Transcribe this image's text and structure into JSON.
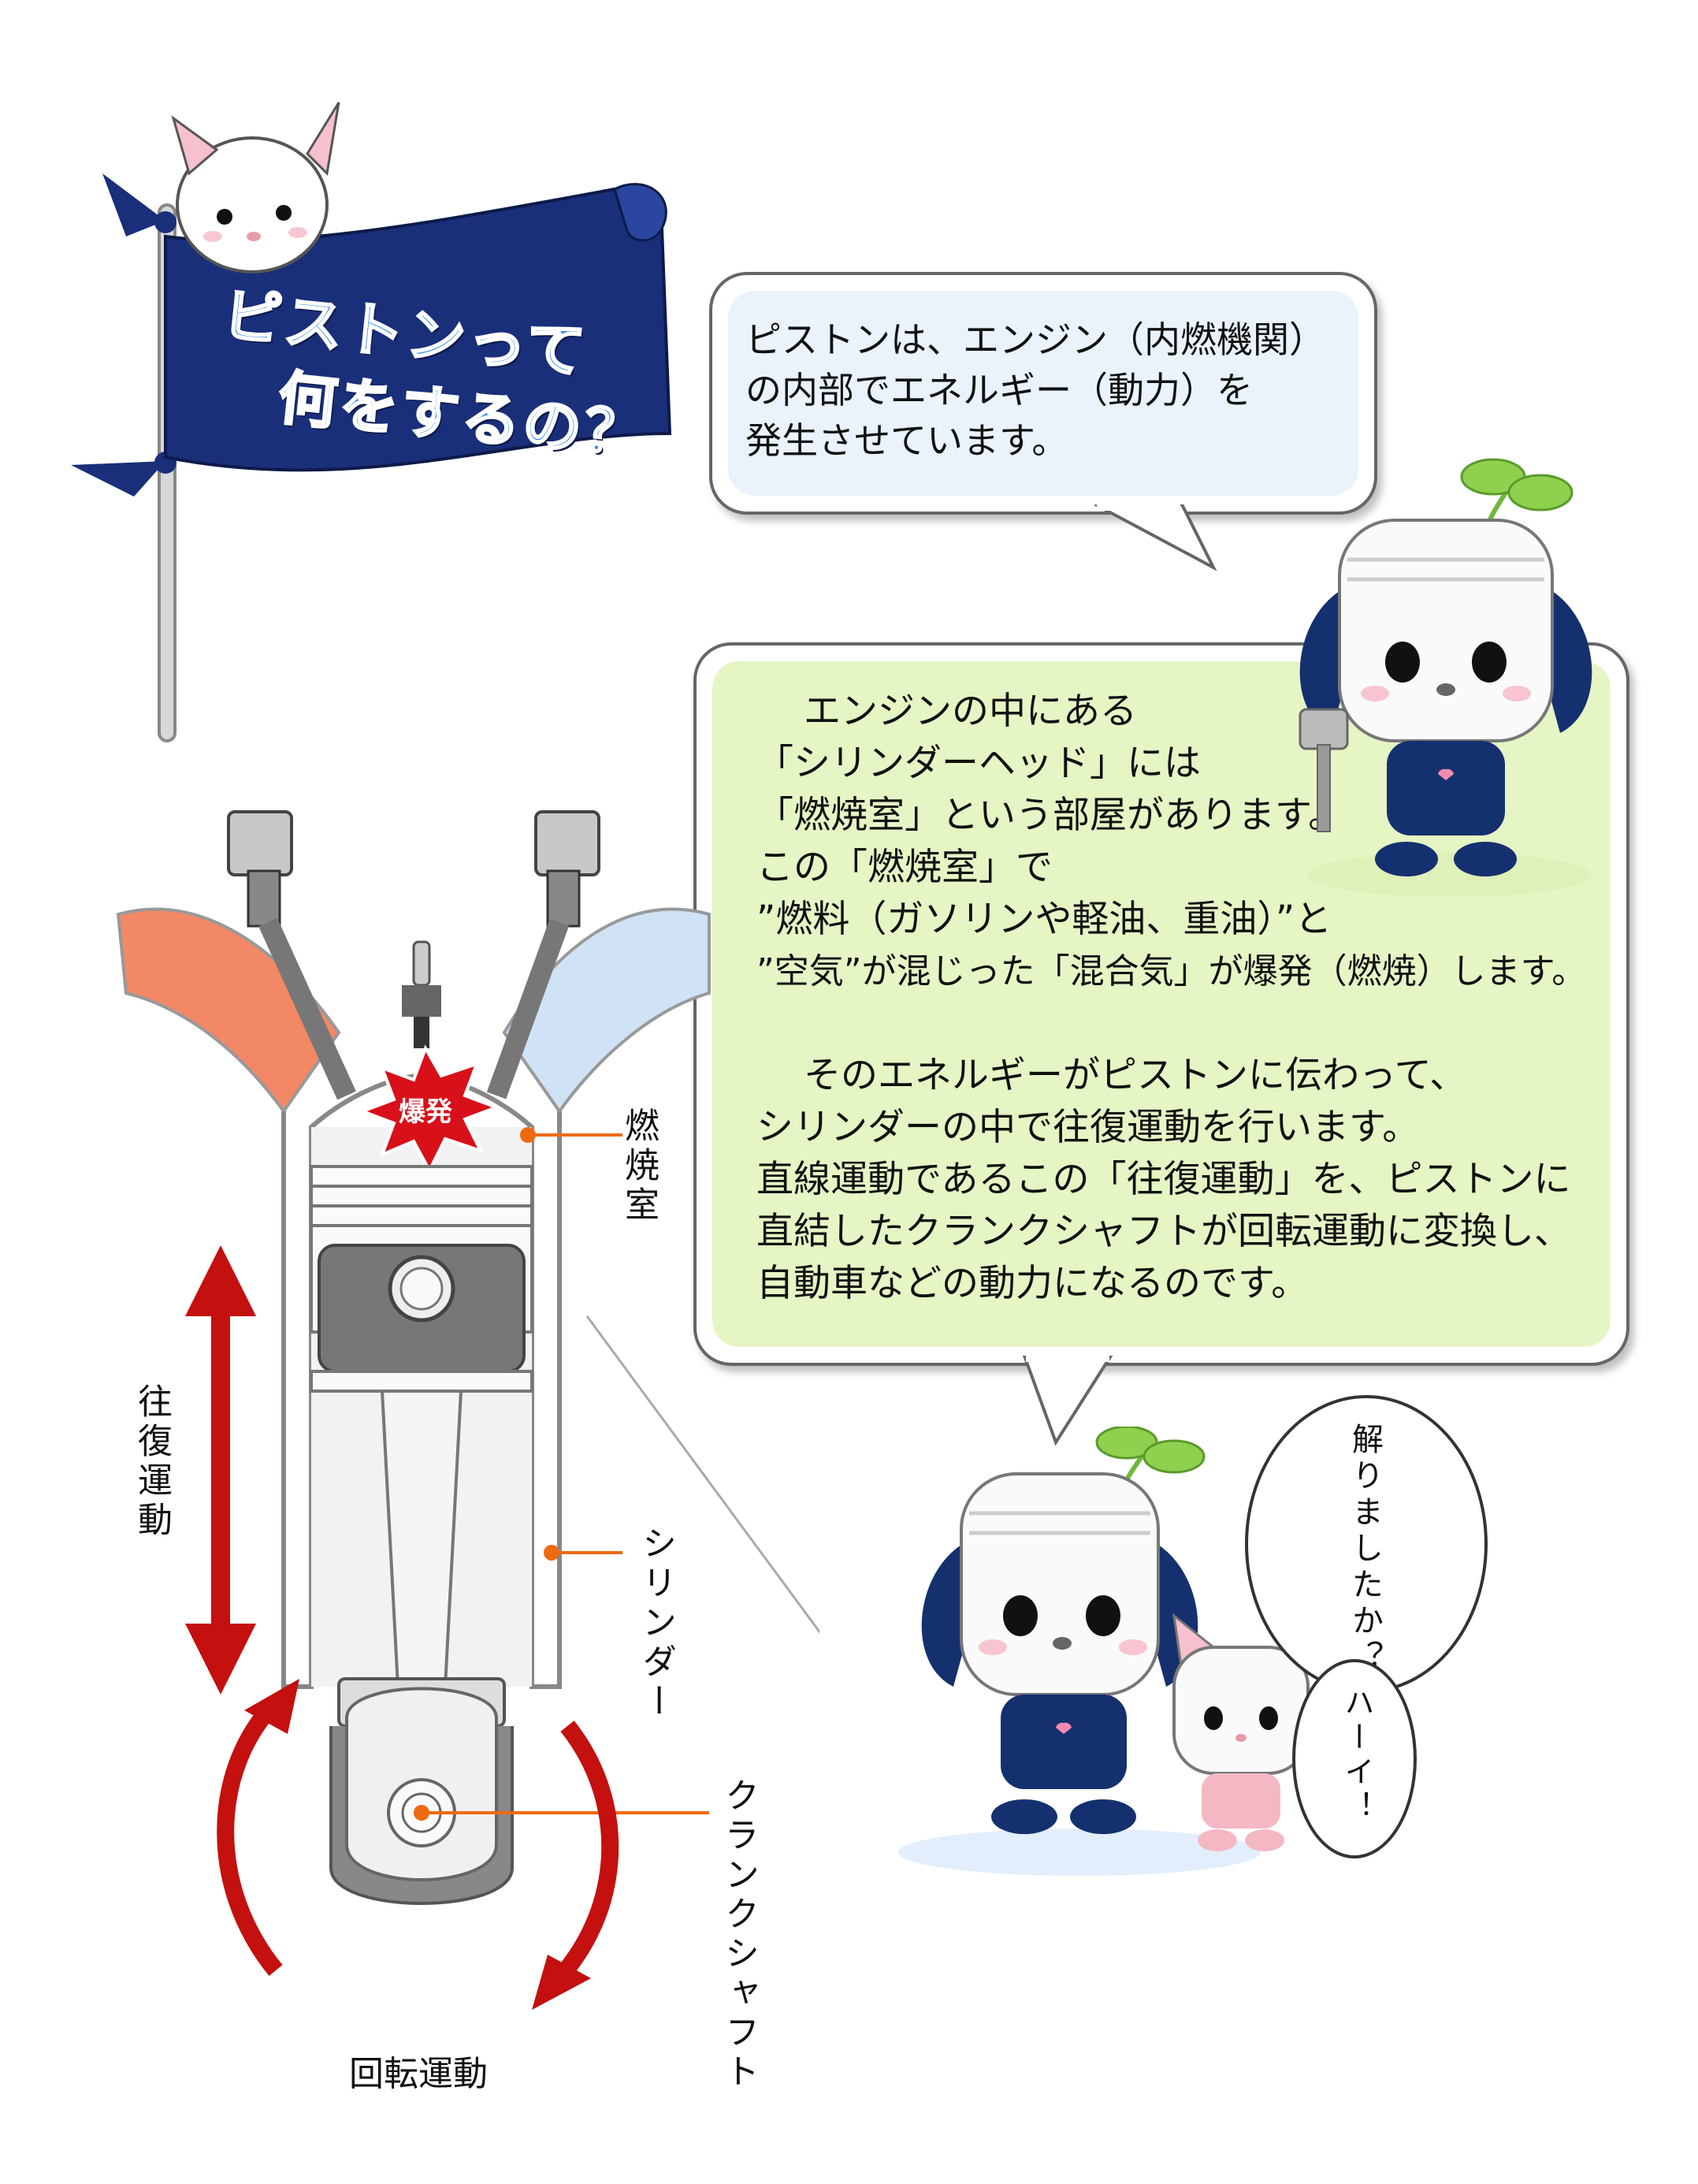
{
  "banner": {
    "line1": "ピストンって",
    "line2": "何をするの？"
  },
  "bubble_intro": {
    "lines": [
      "ピストンは、エンジン（内燃機関）",
      "の内部でエネルギー（動力）を",
      "発生させています。"
    ]
  },
  "bubble_explain": {
    "p1": [
      "エンジンの中にある",
      "「シリンダーヘッド」には",
      "「燃焼室」という部屋があります。",
      "この「燃焼室」で",
      "”燃料（ガソリンや軽油、重油）”と",
      "”空気”が混じった「混合気」が爆発（燃焼）します。"
    ],
    "p2": [
      "そのエネルギーがピストンに伝わって、",
      "シリンダーの中で往復運動を行います。",
      "直線運動であるこの「往復運動」を、ピストンに",
      "直結したクランクシャフトが回転運動に変換し、",
      "自動車などの動力になるのです。"
    ]
  },
  "bubble_question": {
    "text": "解りましたか？"
  },
  "bubble_answer": {
    "text": "ハーイ！"
  },
  "diagram_labels": {
    "explosion": "爆発",
    "combustion_chamber": "燃焼室",
    "reciprocating_motion": "往復運動",
    "cylinder": "シリンダー",
    "crankshaft": "クランクシャフト",
    "rotational_motion": "回転運動"
  },
  "colors": {
    "flag_blue": "#1a2f7a",
    "arrow_red": "#c4100e",
    "leader_orange": "#ee6a10",
    "panel_green": "#e6f5c4",
    "character_navy": "#14306e"
  }
}
